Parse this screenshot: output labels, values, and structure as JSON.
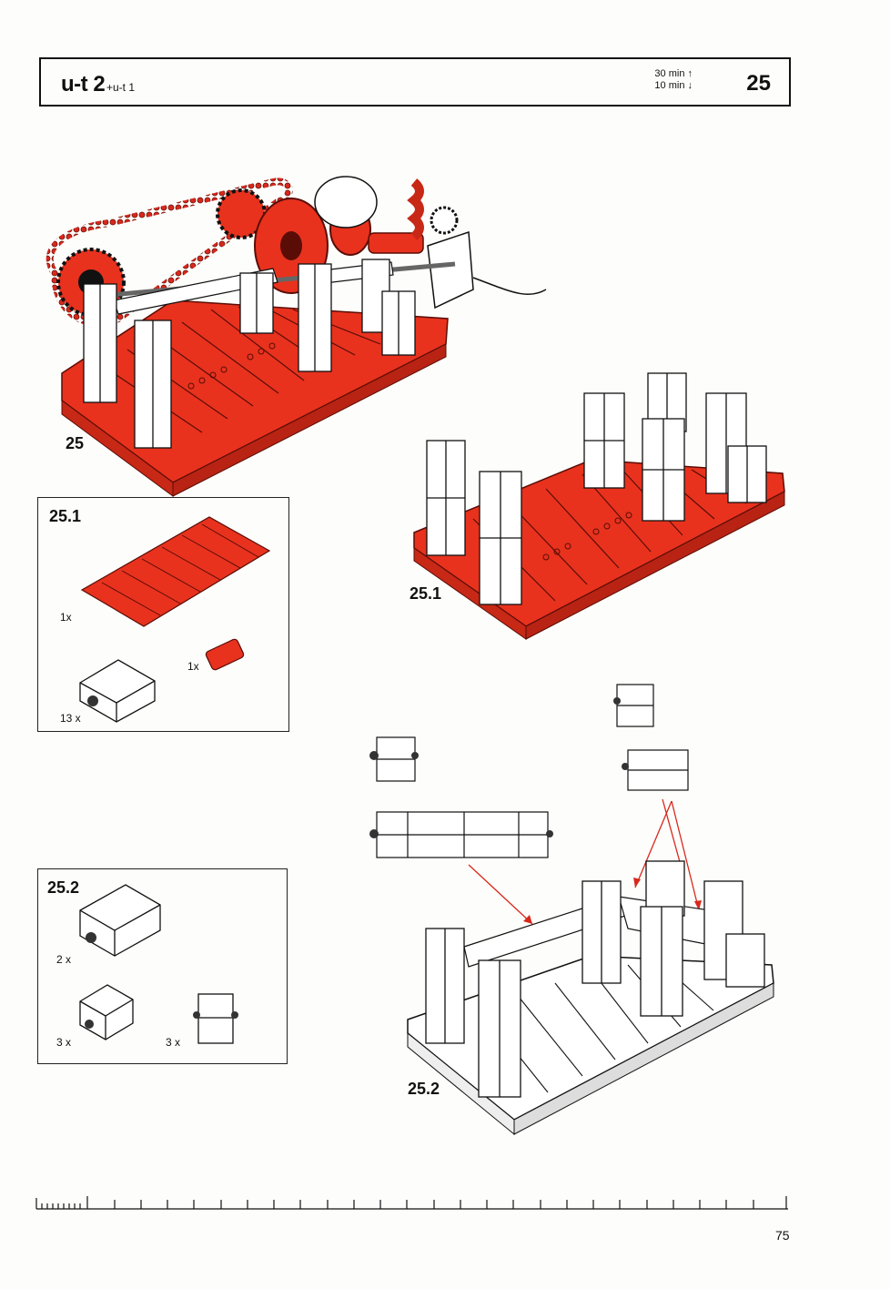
{
  "header": {
    "title": "u-t 2",
    "subtitle": "+u-t 1",
    "time_up": "30 min ↑",
    "time_down": "10 min ↓",
    "step": "25"
  },
  "figures": {
    "main": "25",
    "step1": "25.1",
    "step2": "25.2"
  },
  "parts_25_1": {
    "title": "25.1",
    "base_plate_qty": "1x",
    "red_connector_qty": "1x",
    "block_qty": "13 x"
  },
  "parts_25_2": {
    "title": "25.2",
    "block_qty": "2 x",
    "small_block_qty": "3 x",
    "spacer_qty": "3 x"
  },
  "footer": {
    "page_number": "75"
  },
  "colors": {
    "red": "#e8321e",
    "ink": "#111111",
    "paper": "#fdfdfb",
    "arrow": "#d8281c"
  }
}
